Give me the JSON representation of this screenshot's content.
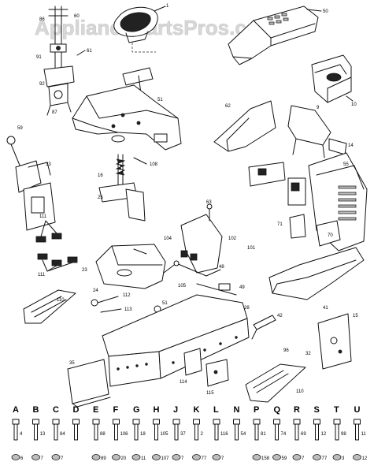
{
  "watermark": "AppliancePartsPros.com",
  "callouts": {
    "c1": "1",
    "c50": "50",
    "c10": "10",
    "c86": "86",
    "c91": "91",
    "c60": "60",
    "c61": "61",
    "c92": "92",
    "c87": "87",
    "c51": "51",
    "c62": "62",
    "c9": "9",
    "c14": "14",
    "c59": "59",
    "c33": "33",
    "c108": "108",
    "c16": "16",
    "c25": "25",
    "c63": "63",
    "c104": "104",
    "c102": "102",
    "c101": "101",
    "c55": "55",
    "c71": "71",
    "c70": "70",
    "c111a": "111",
    "c111b": "111",
    "c23": "23",
    "c24": "24",
    "c105": "105",
    "c48": "48",
    "c49": "49",
    "c41": "41",
    "c110a": "110",
    "c112": "112",
    "c113": "113",
    "c51b": "51",
    "c28": "28",
    "c42": "42",
    "c32": "32",
    "c15": "15",
    "c114": "114",
    "c115": "115",
    "c35": "35",
    "c110b": "110",
    "c96": "96"
  },
  "legend": [
    {
      "letter": "A",
      "num1": "4",
      "num2": "6"
    },
    {
      "letter": "B",
      "num1": "13",
      "num2": "7"
    },
    {
      "letter": "C",
      "num1": "84",
      "num2": "7"
    },
    {
      "letter": "D",
      "num1": "",
      "num2": ""
    },
    {
      "letter": "E",
      "num1": "88",
      "num2": "89"
    },
    {
      "letter": "F",
      "num1": "106",
      "num2": "20"
    },
    {
      "letter": "G",
      "num1": "18",
      "num2": "11"
    },
    {
      "letter": "H",
      "num1": "105",
      "num2": "107"
    },
    {
      "letter": "J",
      "num1": "37",
      "num2": "7"
    },
    {
      "letter": "K",
      "num1": "2",
      "num2": "77"
    },
    {
      "letter": "L",
      "num1": "116",
      "num2": "7"
    },
    {
      "letter": "N",
      "num1": "54",
      "num2": ""
    },
    {
      "letter": "P",
      "num1": "81",
      "num2": "158"
    },
    {
      "letter": "Q",
      "num1": "74",
      "num2": "59"
    },
    {
      "letter": "R",
      "num1": "69",
      "num2": "7"
    },
    {
      "letter": "S",
      "num1": "12",
      "num2": "77"
    },
    {
      "letter": "T",
      "num1": "98",
      "num2": "3"
    },
    {
      "letter": "U",
      "num1": "11",
      "num2": "12"
    }
  ]
}
